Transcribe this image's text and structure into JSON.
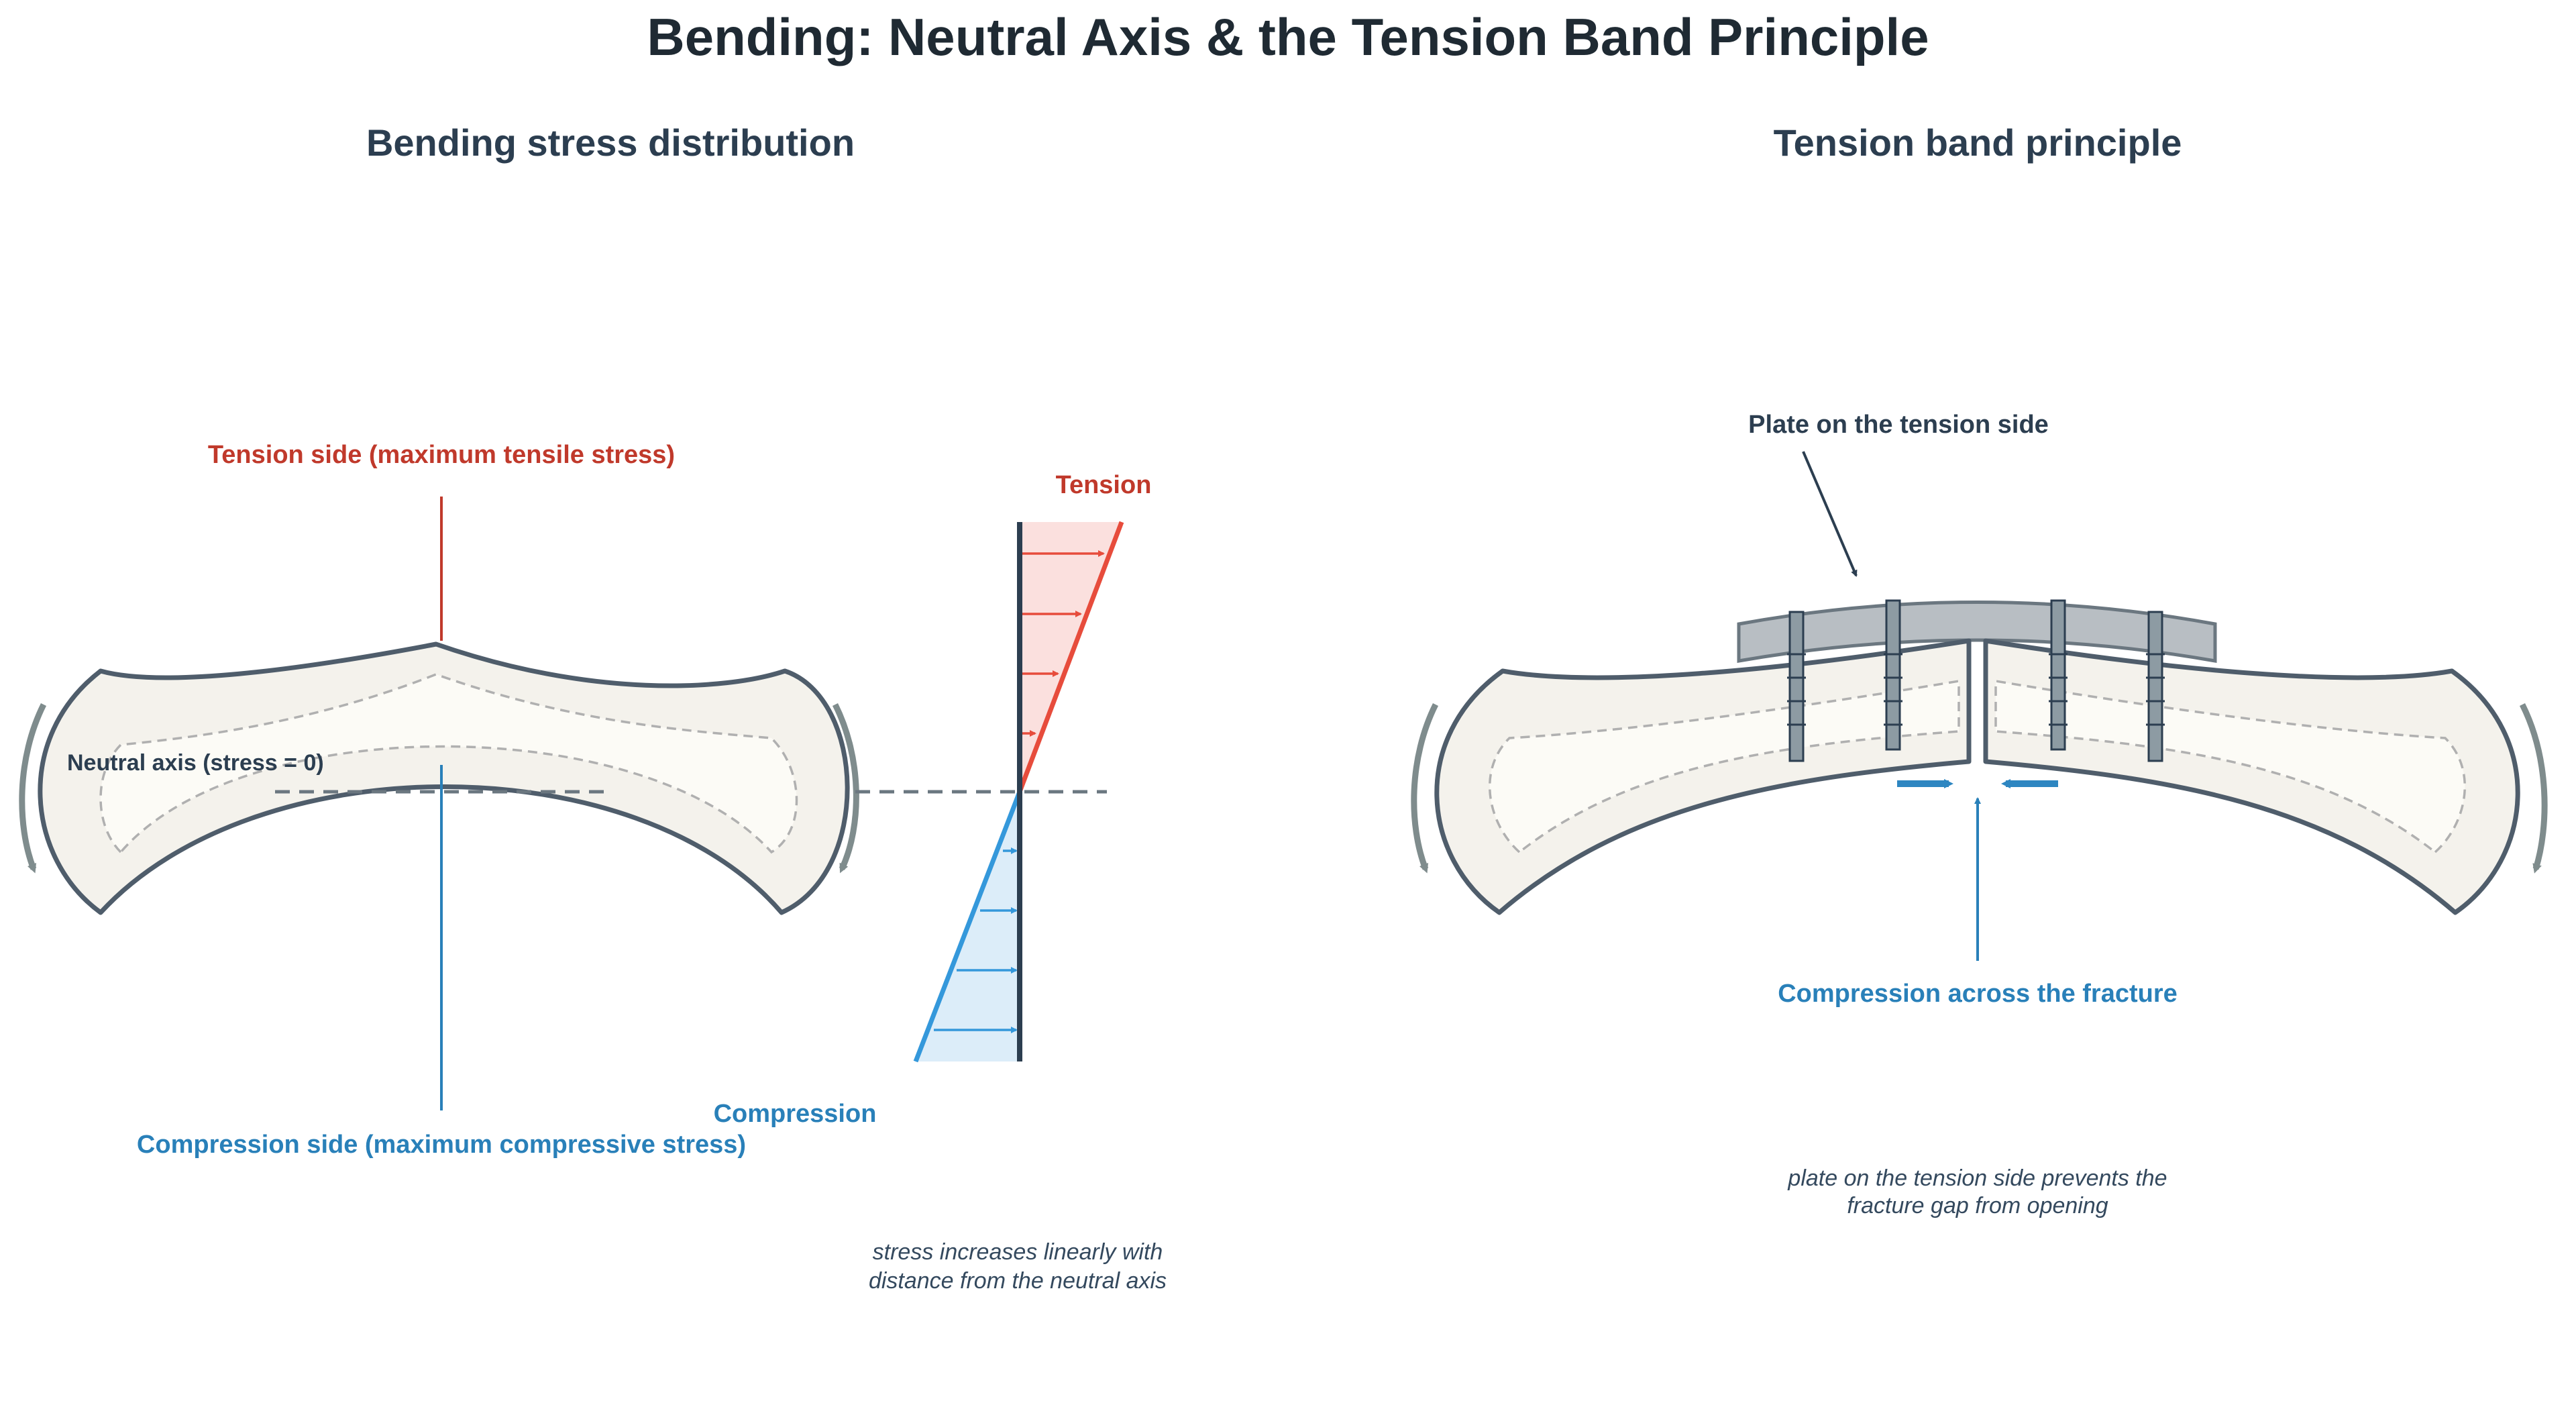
{
  "title": "Bending: Neutral Axis & the Tension Band Principle",
  "left_panel": {
    "heading": "Bending stress distribution",
    "tension_side_label": "Tension side (maximum tensile stress)",
    "neutral_axis_label": "Neutral axis (stress = 0)",
    "compression_side_label": "Compression side (maximum compressive stress)",
    "profile_tension_label": "Tension",
    "profile_compression_label": "Compression",
    "note_line1": "stress increases linearly with",
    "note_line2": "distance from the neutral axis"
  },
  "right_panel": {
    "heading": "Tension band principle",
    "plate_label": "Plate on the tension side",
    "compression_label": "Compression across the fracture",
    "note_line1": "plate on the tension side prevents the",
    "note_line2": "fracture gap from opening"
  },
  "colors": {
    "tension": "#e74c3c",
    "tension_text": "#c0392b",
    "compression": "#3498db",
    "compression_text": "#2980b9",
    "bone_fill": "#f4f2ec",
    "bone_outline": "#4f5d6b",
    "plate": "#b8bec3",
    "screw": "#8d9ba3"
  }
}
